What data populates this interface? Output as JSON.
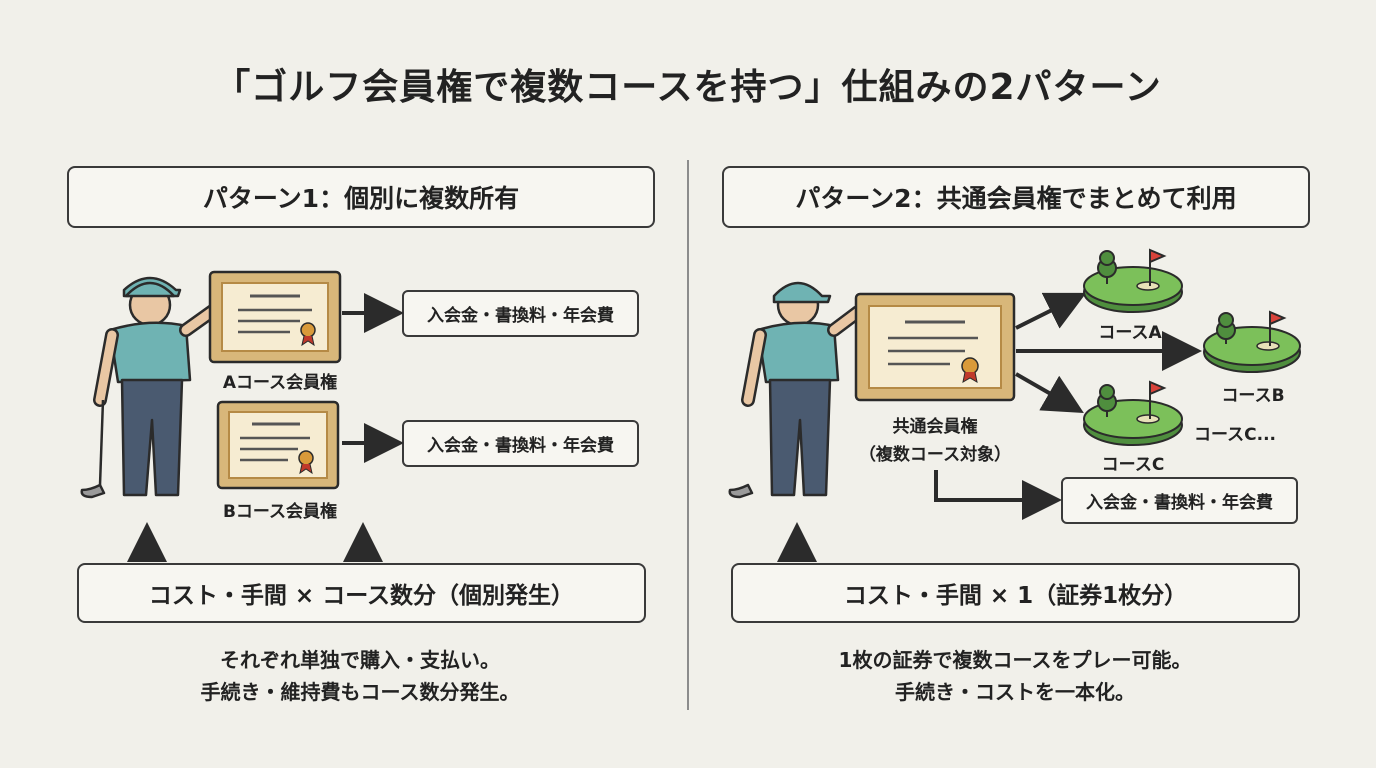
{
  "title": "「ゴルフ会員権で複数コースを持つ」仕組みの2パターン",
  "left": {
    "heading": "パターン1：個別に複数所有",
    "cert_a_label": "Aコース会員権",
    "cert_b_label": "Bコース会員権",
    "fee_a": "入会金・書換料・年会費",
    "fee_b": "入会金・書換料・年会費",
    "summary": "コスト・手間 × コース数分（個別発生）",
    "note_line1": "それぞれ単独で購入・支払い。",
    "note_line2": "手続き・維持費もコース数分発生。"
  },
  "right": {
    "heading": "パターン2：共通会員権でまとめて利用",
    "cert_label_line1": "共通会員権",
    "cert_label_line2": "（複数コース対象）",
    "course_a": "コースA",
    "course_b": "コースB",
    "course_c": "コースC",
    "course_more": "コースC...",
    "fee": "入会金・書換料・年会費",
    "summary": "コスト・手間 × 1（証券1枚分）",
    "note_line1": "1枚の証券で複数コースをプレー可能。",
    "note_line2": "手続き・コストを一本化。"
  },
  "colors": {
    "background": "#f1f0ea",
    "certificate_border": "#b58a45",
    "certificate_fill": "#f6ecd2",
    "shirt": "#6fb3b3",
    "pants": "#4a5a70",
    "green": "#7cc05a",
    "green_dark": "#4f8e3e"
  }
}
